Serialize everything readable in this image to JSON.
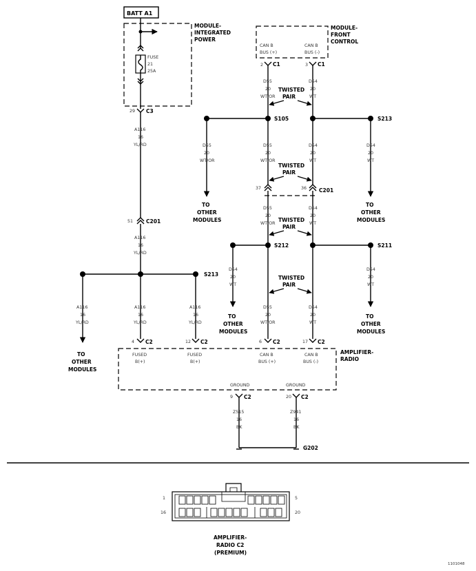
{
  "batt": "BATT A1",
  "modules": {
    "ipm": [
      "MODULE-",
      "INTEGRATED",
      "POWER"
    ],
    "fcm": [
      "MODULE-",
      "FRONT",
      "CONTROL"
    ],
    "amp": [
      "AMPLIFIER-",
      "RADIO"
    ]
  },
  "fuse": [
    "FUSE",
    "21",
    "25A"
  ],
  "fcm_pins": [
    {
      "label": [
        "CAN B",
        "BUS (+)"
      ],
      "pin": "2",
      "conn": "C1"
    },
    {
      "label": [
        "CAN B",
        "BUS (-)"
      ],
      "pin": "3",
      "conn": "C1"
    }
  ],
  "splices": [
    "S105",
    "S213",
    "S212",
    "S211",
    "S213"
  ],
  "twisted_pair": [
    "TWISTED",
    "PAIR"
  ],
  "to_other_modules": [
    "TO",
    "OTHER",
    "MODULES"
  ],
  "wires": {
    "d55": [
      "D55",
      "20",
      "WT/OR"
    ],
    "d54": [
      "D54",
      "20",
      "WT"
    ],
    "a116": [
      "A116",
      "16",
      "YL/RD"
    ],
    "z515": [
      "Z515",
      "16",
      "BK"
    ],
    "z941": [
      "Z941",
      "16",
      "BK"
    ]
  },
  "connectors": {
    "c3": {
      "pin": "29",
      "name": "C3"
    },
    "c201_a": {
      "pin": "51",
      "name": "C201"
    },
    "c201_b": {
      "pins": [
        "37",
        "36"
      ],
      "name": "C201"
    },
    "c2_pins": [
      "4",
      "12",
      "6",
      "17",
      "9",
      "20"
    ],
    "c2": "C2"
  },
  "amp_pins": [
    [
      "FUSED",
      "B(+)"
    ],
    [
      "FUSED",
      "B(+)"
    ],
    [
      "CAN B",
      "BUS (+)"
    ],
    [
      "CAN B",
      "BUS (-)"
    ]
  ],
  "ground_label": "GROUND",
  "g202": "G202",
  "connector_view": {
    "pin_numbers": [
      "1",
      "5",
      "16",
      "20"
    ],
    "caption": [
      "AMPLIFIER-",
      "RADIO C2",
      "(PREMIUM)"
    ]
  },
  "figure_id": "1101048"
}
